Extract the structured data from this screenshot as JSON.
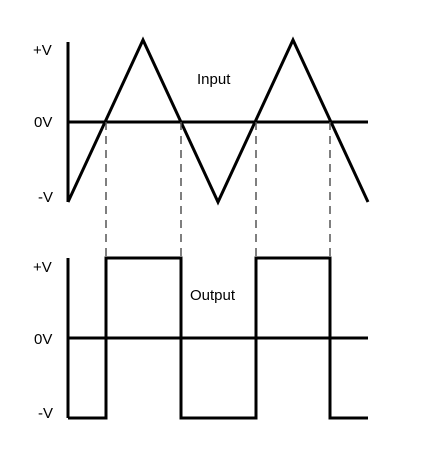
{
  "colors": {
    "background": "#ffffff",
    "stroke": "#000000",
    "dash": "#555555"
  },
  "input": {
    "title": "Input",
    "labels": {
      "pos": "+V",
      "zero": "0V",
      "neg": "-V"
    }
  },
  "output": {
    "title": "Output",
    "labels": {
      "pos": "+V",
      "zero": "0V",
      "neg": "-V"
    }
  }
}
